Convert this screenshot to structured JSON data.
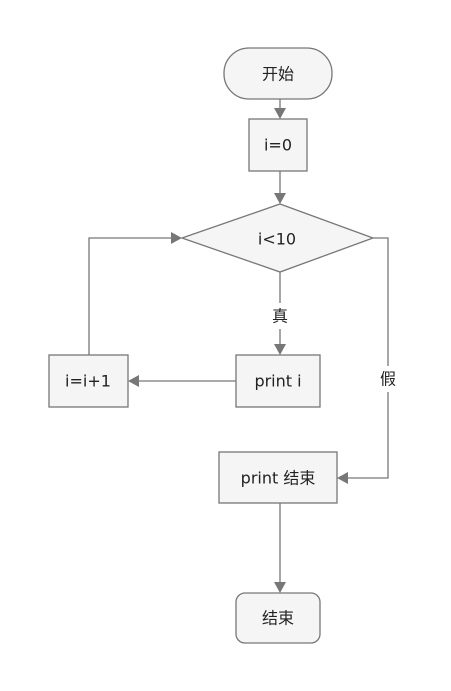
{
  "nodes": {
    "start": "开始",
    "init": "i=0",
    "condition": "i<10",
    "body": "print i",
    "increment": "i=i+1",
    "after": "print 结束",
    "end": "结束"
  },
  "edges": {
    "true_label": "真",
    "false_label": "假"
  },
  "colors": {
    "node_fill": "#f5f5f5",
    "stroke": "#777777",
    "text": "#222222"
  }
}
